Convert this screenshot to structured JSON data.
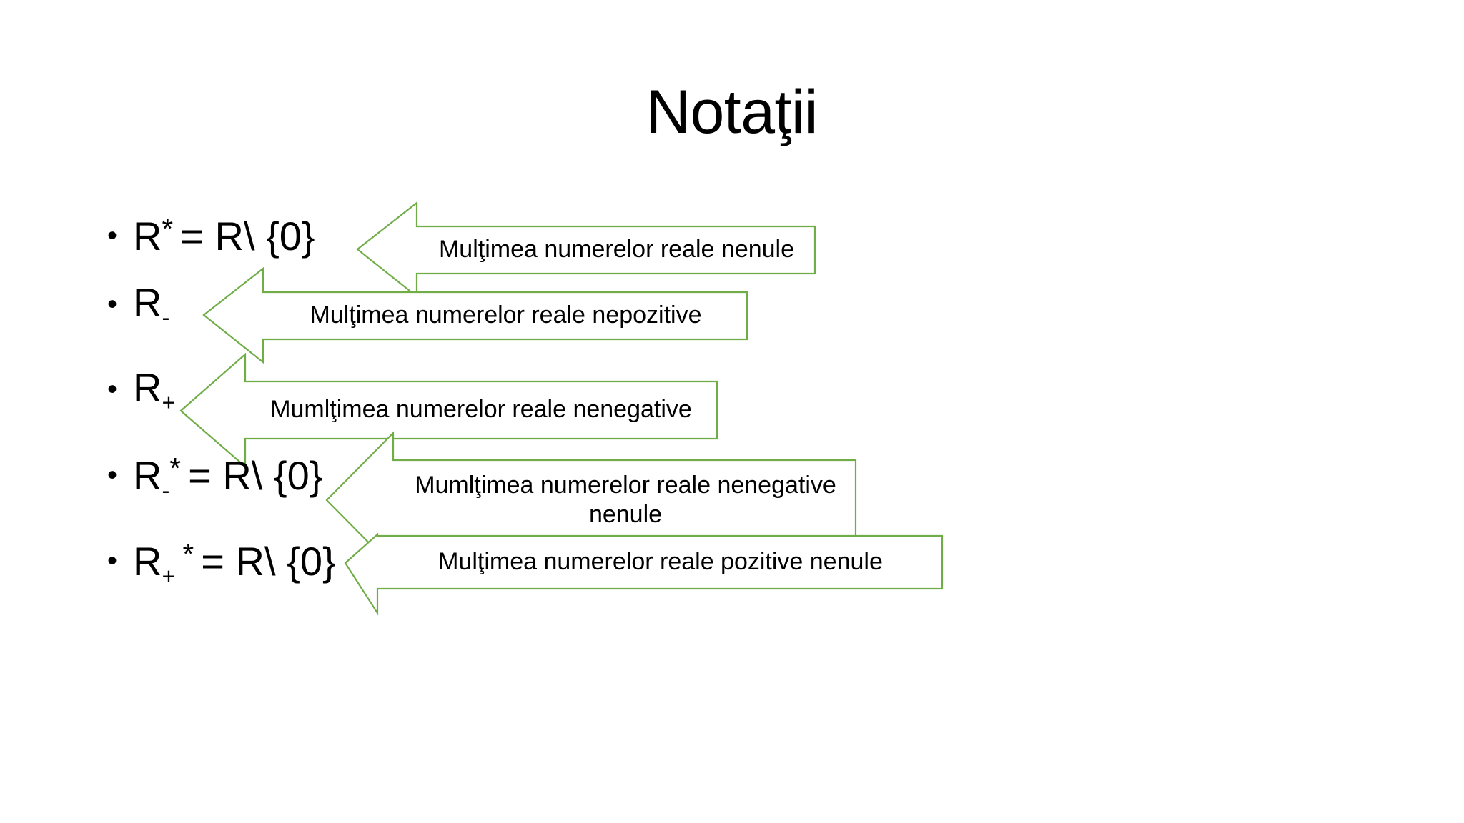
{
  "slide": {
    "title": "Notaţii",
    "background_color": "#FFFFFF",
    "accent_color": "#70AD47",
    "text_color": "#000000"
  },
  "bullets": [
    {
      "id": "bullet-r-star",
      "symbol": "R",
      "sub": "",
      "sup": "*",
      "rest": "= R\\ {0}"
    },
    {
      "id": "bullet-r-minus",
      "symbol": "R",
      "sub": "-",
      "sup": "",
      "rest": ""
    },
    {
      "id": "bullet-r-plus",
      "symbol": "R",
      "sub": "+",
      "sup": "",
      "rest": ""
    },
    {
      "id": "bullet-r-minus-star",
      "symbol": "R",
      "sub": "-",
      "sup": "*",
      "rest": "= R\\ {0}"
    },
    {
      "id": "bullet-r-plus-star",
      "symbol": "R",
      "sub": "+",
      "sup": "*",
      "rest": "= R\\ {0}"
    }
  ],
  "callouts": [
    {
      "id": "callout-nenule",
      "line1": "Mulţimea numerelor reale nenule",
      "line2": ""
    },
    {
      "id": "callout-nepozitive",
      "line1": "Mulţimea numerelor reale nepozitive",
      "line2": ""
    },
    {
      "id": "callout-nenegative",
      "line1": "Mumlţimea numerelor reale nenegative",
      "line2": ""
    },
    {
      "id": "callout-nenegative-nenule",
      "line1": "Mumlţimea numerelor reale nenegative",
      "line2": "nenule"
    },
    {
      "id": "callout-pozitive-nenule",
      "line1": "Mulţimea numerelor reale pozitive nenule",
      "line2": ""
    }
  ]
}
